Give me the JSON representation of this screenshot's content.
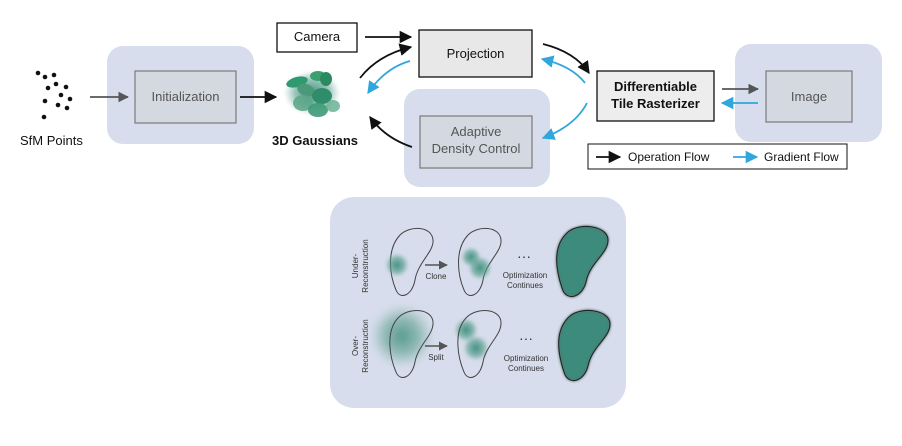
{
  "inputs": {
    "sfm_label": "SfM Points",
    "camera_label": "Camera"
  },
  "nodes": {
    "initialization": "Initialization",
    "gaussians_label": "3D Gaussians",
    "projection": "Projection",
    "adaptive_line1": "Adaptive",
    "adaptive_line2": "Density Control",
    "rasterizer_line1": "Differentiable",
    "rasterizer_line2": "Tile Rasterizer",
    "image": "Image"
  },
  "legend": {
    "operation": "Operation Flow",
    "gradient": "Gradient Flow"
  },
  "detail": {
    "under_line1": "Under-",
    "under_line2": "Reconstruction",
    "over_line1": "Over-",
    "over_line2": "Reconstruction",
    "clone": "Clone",
    "split": "Split",
    "ellipsis": "···",
    "optim_line1": "Optimization",
    "optim_line2": "Continues"
  },
  "colors": {
    "panel": "#d7ddec",
    "box_fill": "#e8e8e8",
    "box_fill_dark": "#d4d8e0",
    "operation_arrow": "#111111",
    "gradient_arrow": "#2fa6dc",
    "gaussian": "#2e8a6e",
    "teal": "#4a9083"
  }
}
